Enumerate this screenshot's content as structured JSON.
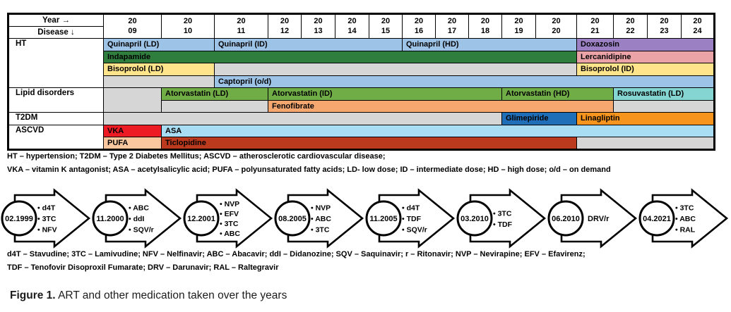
{
  "colors": {
    "bar_blue": "#9DC3E6",
    "dark_green": "#2F7E3E",
    "yellow": "#FFE48C",
    "gray": "#D6D6D6",
    "green": "#70AD47",
    "light_orange": "#F5A76F",
    "teal": "#85D5D2",
    "purple": "#9C80C4",
    "pink": "#ECA3A8",
    "dark_blue": "#1E6FB8",
    "orange": "#F7941D",
    "red": "#EC1B24",
    "light_blue": "#A9DDF3",
    "peach": "#FBC79F",
    "brick": "#BB3A1D"
  },
  "table": {
    "corner": {
      "year": "Year →",
      "disease": "Disease ↓"
    },
    "year_prefix": "20",
    "years": [
      "09",
      "10",
      "11",
      "12",
      "13",
      "14",
      "15",
      "16",
      "17",
      "18",
      "19",
      "20",
      "21",
      "22",
      "23",
      "24"
    ],
    "groups": [
      {
        "label": "HT",
        "rows": [
          [
            {
              "label": "Quinapril (LD)",
              "color": "bar_blue",
              "from": 2009,
              "to": 2010
            },
            {
              "label": "Quinapril (ID)",
              "color": "bar_blue",
              "from": 2011,
              "to": 2015
            },
            {
              "label": "Quinapril (HD)",
              "color": "bar_blue",
              "from": 2016,
              "to": 2020
            },
            {
              "label": "Doxazosin",
              "color": "purple",
              "from": 2021,
              "to": 2024
            }
          ],
          [
            {
              "label": "Indapamide",
              "color": "dark_green",
              "from": 2009,
              "to": 2020
            },
            {
              "label": "Lercanidipine",
              "color": "pink",
              "from": 2021,
              "to": 2024
            }
          ],
          [
            {
              "label": "Bisoprolol (LD)",
              "color": "yellow",
              "from": 2009,
              "to": 2010
            },
            {
              "label": "",
              "color": "gray",
              "from": 2011,
              "to": 2020
            },
            {
              "label": "Bisoprolol (ID)",
              "color": "yellow",
              "from": 2021,
              "to": 2024
            }
          ],
          [
            {
              "label": "",
              "color": "gray",
              "from": 2009,
              "to": 2010
            },
            {
              "label": "Captopril (o/d)",
              "color": "bar_blue",
              "from": 2011,
              "to": 2024
            }
          ]
        ]
      },
      {
        "label": "Lipid disorders",
        "rows": [
          [
            {
              "label": "",
              "color": "gray",
              "from": 2009,
              "to": 2009,
              "rows": 2
            },
            {
              "label": "Atorvastatin (LD)",
              "color": "green",
              "from": 2010,
              "to": 2011
            },
            {
              "label": "Atorvastatin (ID)",
              "color": "green",
              "from": 2012,
              "to": 2018
            },
            {
              "label": "Atorvastatin (HD)",
              "color": "green",
              "from": 2019,
              "to": 2021
            },
            {
              "label": "Rosuvastatin (LD)",
              "color": "teal",
              "from": 2022,
              "to": 2024
            }
          ],
          [
            {
              "label": "",
              "color": "gray",
              "from": 2010,
              "to": 2011
            },
            {
              "label": "Fenofibrate",
              "color": "light_orange",
              "from": 2012,
              "to": 2021
            },
            {
              "label": "",
              "color": "gray",
              "from": 2022,
              "to": 2024
            }
          ]
        ]
      },
      {
        "label": "T2DM",
        "rows": [
          [
            {
              "label": "",
              "color": "gray",
              "from": 2009,
              "to": 2018
            },
            {
              "label": "Glimepiride",
              "color": "dark_blue",
              "from": 2019,
              "to": 2020
            },
            {
              "label": "Linagliptin",
              "color": "orange",
              "from": 2021,
              "to": 2024
            }
          ]
        ]
      },
      {
        "label": "ASCVD",
        "rows": [
          [
            {
              "label": "VKA",
              "color": "red",
              "from": 2009,
              "to": 2009
            },
            {
              "label": "ASA",
              "color": "light_blue",
              "from": 2010,
              "to": 2024
            }
          ],
          [
            {
              "label": "PUFA",
              "color": "peach",
              "from": 2009,
              "to": 2009
            },
            {
              "label": "Ticlopidine",
              "color": "brick",
              "from": 2010,
              "to": 2020
            },
            {
              "label": "",
              "color": "gray",
              "from": 2021,
              "to": 2024
            }
          ]
        ]
      }
    ]
  },
  "table_footnotes": [
    "HT – hypertension; T2DM – Type 2 Diabetes Mellitus; ASCVD – atherosclerotic cardiovascular disease;",
    "VKA – vitamin K antagonist; ASA – acetylsalicylic acid; PUFA – polyunsaturated fatty acids; LD- low dose; ID – intermediate dose; HD – high dose; o/d – on demand"
  ],
  "timeline": {
    "arrows": [
      {
        "date": "02.1999",
        "meds": [
          "d4T",
          "3TC",
          "NFV"
        ],
        "bullets": true
      },
      {
        "date": "11.2000",
        "meds": [
          "ABC",
          "ddI",
          "SQV/r"
        ],
        "bullets": true
      },
      {
        "date": "12.2001",
        "meds": [
          "NVP",
          "EFV",
          "3TC",
          "ABC"
        ],
        "bullets": true
      },
      {
        "date": "08.2005",
        "meds": [
          "NVP",
          "ABC",
          "3TC"
        ],
        "bullets": true
      },
      {
        "date": "11.2005",
        "meds": [
          "d4T",
          "TDF",
          "SQV/r"
        ],
        "bullets": true
      },
      {
        "date": "03.2010",
        "meds": [
          "3TC",
          "TDF"
        ],
        "bullets": true
      },
      {
        "date": "06.2010",
        "meds": [
          "DRV/r"
        ],
        "bullets": false
      },
      {
        "date": "04.2021",
        "meds": [
          "3TC",
          "ABC",
          "RAL"
        ],
        "bullets": true
      }
    ]
  },
  "arv_footnotes": [
    "d4T – Stavudine; 3TC – Lamivudine; NFV – Nelfinavir; ABC – Abacavir; ddI – Didanozine; SQV – Saquinavir; r – Ritonavir; NVP – Nevirapine; EFV – Efavirenz;",
    "TDF – Tenofovir Disoproxil Fumarate; DRV – Darunavir; RAL – Raltegravir"
  ],
  "caption": {
    "label": "Figure 1.",
    "text": "ART and other medication taken over the years"
  }
}
